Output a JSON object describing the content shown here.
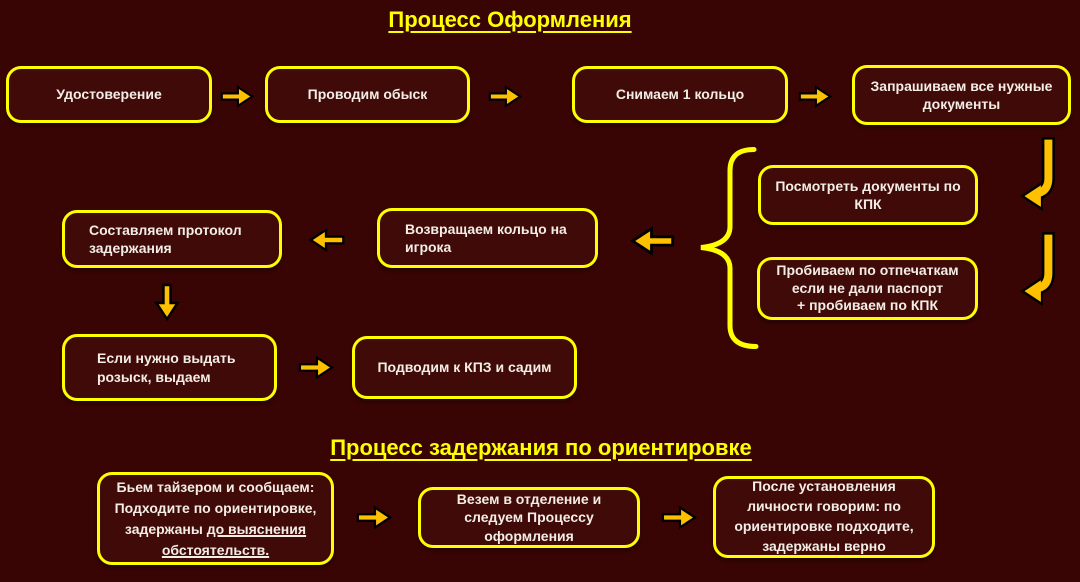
{
  "flow_main": {
    "title": "Процесс Оформления",
    "steps": {
      "udostoverenie": "Удостоверение",
      "obysk": "Проводим обыск",
      "kolco": "Снимаем 1 кольцо",
      "dokumenty": [
        "Запрашиваем все нужные",
        "документы"
      ],
      "posmotret_kpk": [
        "Посмотреть документы по",
        "КПК"
      ],
      "probivaem_otpechatki": [
        "Пробиваем по отпечаткам",
        "если не дали паспорт"
      ],
      "probivaem_kpk": "+ пробиваем по КПК",
      "vozvrashchaem_kolco": [
        "Возвращаем кольцо на",
        "игрока"
      ],
      "protokol": [
        "Составляем протокол",
        "задержания"
      ],
      "rozysk": [
        "Если нужно выдать",
        "розыск, выдаем"
      ],
      "kpz": "Подводим к КПЗ и садим"
    }
  },
  "flow_orientirovka": {
    "title": "Процесс задержания по ориентировке",
    "steps": {
      "tazer_line1": "Бьем тайзером и сообщаем:",
      "tazer_line2": "Подходите по ориентировке,",
      "tazer_line3_plain": "задержаны",
      "tazer_underline1": "до выяснения",
      "tazer_underline2": "обстоятельств.",
      "vezem": [
        "Везем в отделение и",
        "следуем Процессу",
        "оформления"
      ],
      "posle": [
        "После установления",
        "личности говорим: по",
        "ориентировке подходите,",
        "задержаны верно"
      ]
    }
  },
  "icons": {
    "arrow_right": "block-arrow-right",
    "arrow_left": "block-arrow-left",
    "arrow_down": "block-arrow-down",
    "arrow_curved": "curved-down-left-arrow",
    "brace": "left-curly-brace"
  },
  "colors": {
    "background": "#380504",
    "box_fill": "#3f0a07",
    "box_border": "#ffff00",
    "box_text": "#f3ede6",
    "title_text": "#ffff00",
    "arrow_fill": "#ffc000",
    "arrow_outline": "#000000",
    "brace": "#ffff00"
  }
}
